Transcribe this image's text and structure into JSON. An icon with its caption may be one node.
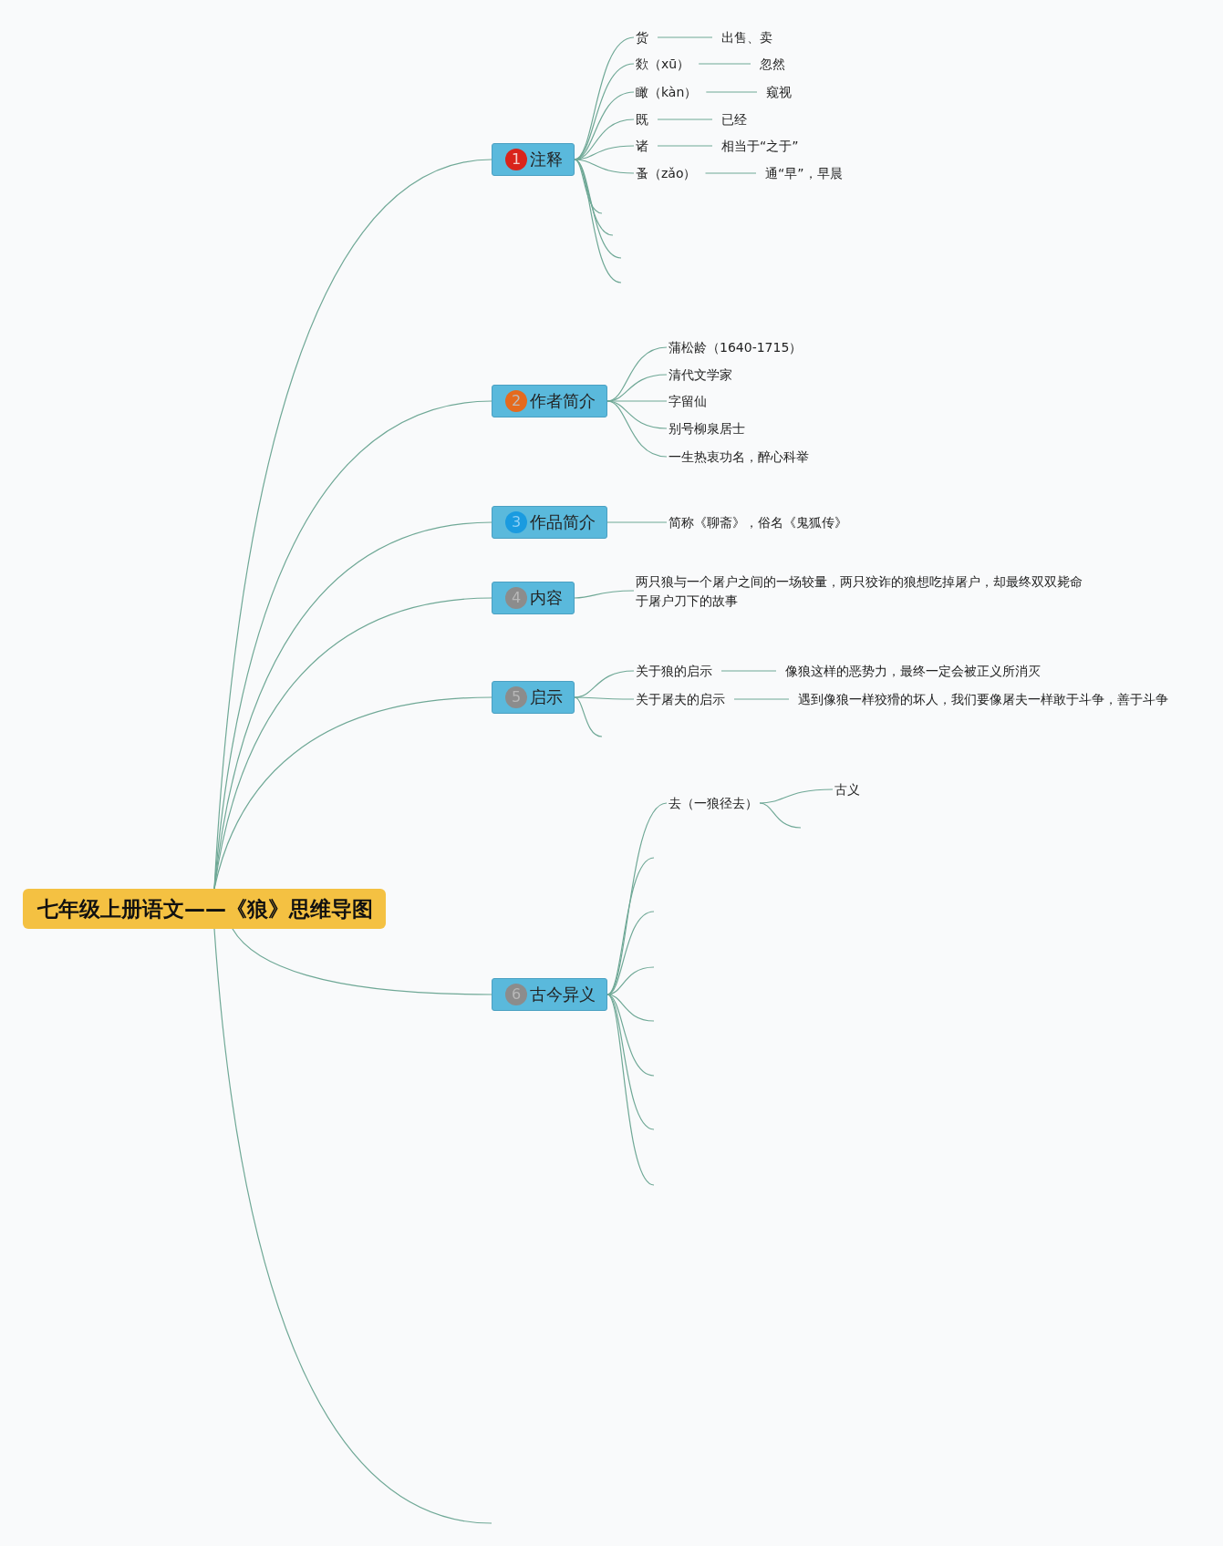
{
  "diagram": {
    "nodes": [
      {
        "text": [
          "七年级上册语文——《狼》思维导图"
        ]
      },
      {
        "text": [
          "1",
          "注释"
        ]
      },
      {
        "text": [
          "货"
        ]
      },
      {
        "text": [
          "出售、卖"
        ]
      },
      {
        "text": [
          "欻（xū）"
        ]
      },
      {
        "text": [
          "忽然"
        ]
      },
      {
        "text": [
          "瞰（kàn）"
        ]
      },
      {
        "text": [
          "窥视"
        ]
      },
      {
        "text": [
          "既"
        ]
      },
      {
        "text": [
          "已经"
        ]
      },
      {
        "text": [
          "诸"
        ]
      },
      {
        "text": [
          "相当于“之于”"
        ]
      },
      {
        "text": [
          "蚤（zǎo）"
        ]
      },
      {
        "text": [
          "通“早”，早晨"
        ]
      },
      {
        "text": [
          "2",
          "作者简介"
        ]
      },
      {
        "text": [
          "蒲松龄（1640-1715）"
        ]
      },
      {
        "text": [
          "清代文学家"
        ]
      },
      {
        "text": [
          "字留仙"
        ]
      },
      {
        "text": [
          "别号柳泉居士"
        ]
      },
      {
        "text": [
          "一生热衷功名，醉心科举"
        ]
      },
      {
        "text": [
          "3",
          "作品简介"
        ]
      },
      {
        "text": [
          "简称《聊斋》，俗名《鬼狐传》"
        ]
      },
      {
        "text": [
          "4",
          "内容"
        ]
      },
      {
        "text": [
          "两只狼与一个屠户之间的一场较量，两只狡诈的狼想吃掉屠户，却最终双双毙命于屠户刀下的故事"
        ]
      },
      {
        "text": [
          "5",
          "启示"
        ]
      },
      {
        "text": [
          "关于狼的启示"
        ]
      },
      {
        "text": [
          "像狼这样的恶势力，最终一定会被正义所消灭"
        ]
      },
      {
        "text": [
          "关于屠夫的启示"
        ]
      },
      {
        "text": [
          "遇到像狼一样狡猾的坏人，我们要像屠夫一样敢于斗争，善于斗争"
        ]
      },
      {
        "text": [
          "6",
          "古今异义"
        ]
      },
      {
        "text": [
          "去（一狼径去）"
        ]
      },
      {
        "text": [
          "古义"
        ]
      }
    ],
    "edges": [
      {
        "from": 0,
        "to": 1,
        "arrow": "none"
      },
      {
        "from": 0,
        "to": 14,
        "arrow": "none"
      },
      {
        "from": 0,
        "to": 20,
        "arrow": "none"
      },
      {
        "from": 0,
        "to": 22,
        "arrow": "none"
      },
      {
        "from": 0,
        "to": 24,
        "arrow": "none"
      },
      {
        "from": 0,
        "to": 29,
        "arrow": "none"
      },
      {
        "from": 0,
        "to": null,
        "arrow": "none"
      },
      {
        "from": 1,
        "to": 2,
        "arrow": "none"
      },
      {
        "from": 1,
        "to": 4,
        "arrow": "none"
      },
      {
        "from": 1,
        "to": 6,
        "arrow": "none"
      },
      {
        "from": 1,
        "to": 8,
        "arrow": "none"
      },
      {
        "from": 1,
        "to": 10,
        "arrow": "none"
      },
      {
        "from": 1,
        "to": 12,
        "arrow": "none"
      },
      {
        "from": 1,
        "to": null,
        "arrow": "none"
      },
      {
        "from": 1,
        "to": null,
        "arrow": "none"
      },
      {
        "from": 1,
        "to": null,
        "arrow": "none"
      },
      {
        "from": 1,
        "to": null,
        "arrow": "none"
      },
      {
        "from": 2,
        "to": 3,
        "arrow": "none"
      },
      {
        "from": 4,
        "to": 5,
        "arrow": "none"
      },
      {
        "from": 6,
        "to": 7,
        "arrow": "none"
      },
      {
        "from": 8,
        "to": 9,
        "arrow": "none"
      },
      {
        "from": 10,
        "to": 11,
        "arrow": "none"
      },
      {
        "from": 12,
        "to": 13,
        "arrow": "none"
      },
      {
        "from": 14,
        "to": 15,
        "arrow": "none"
      },
      {
        "from": 14,
        "to": 16,
        "arrow": "none"
      },
      {
        "from": 14,
        "to": 17,
        "arrow": "none"
      },
      {
        "from": 14,
        "to": 18,
        "arrow": "none"
      },
      {
        "from": 14,
        "to": 19,
        "arrow": "none"
      },
      {
        "from": 20,
        "to": 21,
        "arrow": "none"
      },
      {
        "from": 22,
        "to": 23,
        "arrow": "none"
      },
      {
        "from": 24,
        "to": 25,
        "arrow": "none"
      },
      {
        "from": 24,
        "to": 27,
        "arrow": "none"
      },
      {
        "from": 24,
        "to": null,
        "arrow": "none"
      },
      {
        "from": 25,
        "to": 26,
        "arrow": "none"
      },
      {
        "from": 27,
        "to": 28,
        "arrow": "none"
      },
      {
        "from": 29,
        "to": 30,
        "arrow": "none"
      },
      {
        "from": 29,
        "to": null,
        "arrow": "none"
      },
      {
        "from": 29,
        "to": null,
        "arrow": "none"
      },
      {
        "from": 29,
        "to": null,
        "arrow": "none"
      },
      {
        "from": 29,
        "to": null,
        "arrow": "none"
      },
      {
        "from": 29,
        "to": null,
        "arrow": "none"
      },
      {
        "from": 29,
        "to": null,
        "arrow": "none"
      },
      {
        "from": 29,
        "to": null,
        "arrow": "none"
      },
      {
        "from": 30,
        "to": 31,
        "arrow": "none"
      },
      {
        "from": 30,
        "to": null,
        "arrow": "none"
      }
    ]
  }
}
